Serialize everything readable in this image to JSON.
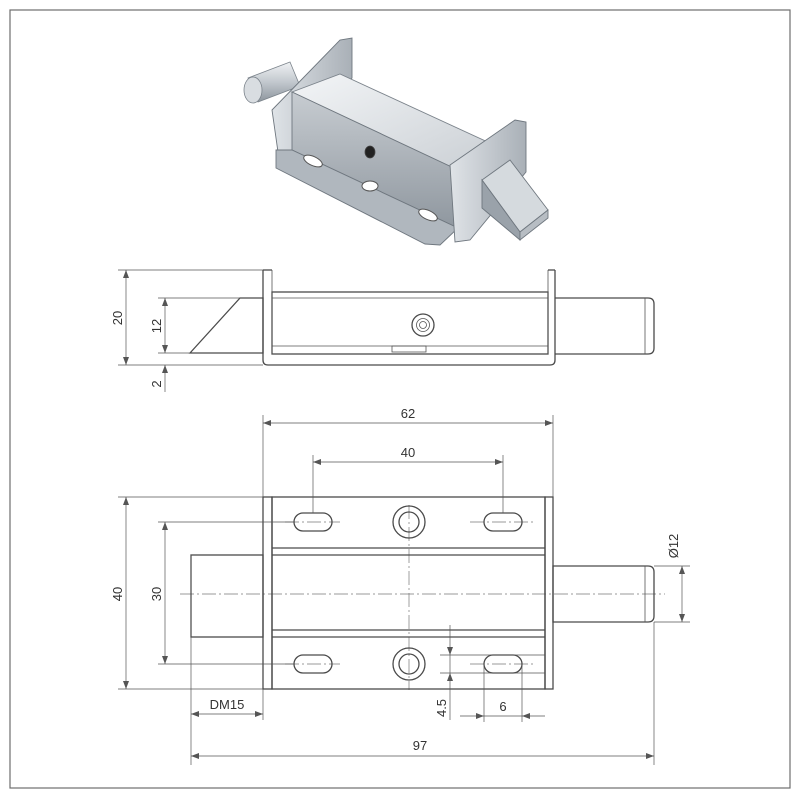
{
  "colors": {
    "frame": "#6d6d6d",
    "line": "#4a4a4a",
    "metal_light": "#e4e7ea",
    "metal_mid": "#b9bfc5",
    "metal_dark": "#8b929a"
  },
  "side_view": {
    "dim_height_total": "20",
    "dim_height_bolt": "12",
    "dim_gap": "2"
  },
  "top_view": {
    "dim_width_body": "62",
    "dim_hole_spacing": "40",
    "dim_height_total": "40",
    "dim_height_inner": "30",
    "dim_pin_diameter": "Ø12",
    "dim_bolt_size": "DM15",
    "dim_slot_offset": "4.5",
    "dim_slot_width": "6",
    "dim_overall_length": "97"
  }
}
